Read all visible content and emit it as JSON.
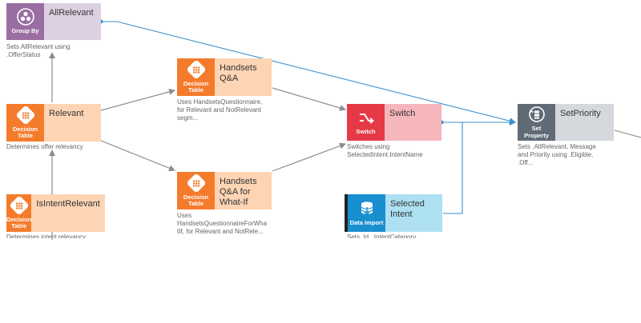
{
  "colors": {
    "decision_dark": "#f47b2b",
    "decision_light": "#fdd5b4",
    "groupby_dark": "#9a6ea2",
    "groupby_light": "#ddd0e2",
    "switch_dark": "#e63946",
    "switch_light": "#f5b6bc",
    "import_dark": "#1a8fd0",
    "import_light": "#ade0f3",
    "setprop_dark": "#606b76",
    "setprop_light": "#d5d8dc",
    "edge_gray": "#8c8c8c",
    "edge_blue": "#3d8fcd"
  },
  "nodes": {
    "all_relevant": {
      "type_label": "Group By",
      "icon": "group-by-icon",
      "name": "AllRelevant",
      "description": "Sets AllRelevant using\n.OfferStatus"
    },
    "relevant": {
      "type_label": "Decision\nTable",
      "icon": "decision-table-icon",
      "name": "Relevant",
      "description": "Determines offer relevancy"
    },
    "is_intent_relevant": {
      "type_label": "Decision\nTable",
      "icon": "decision-table-icon",
      "name": "IsIntentRelevant",
      "description": "Determines intent relevancy"
    },
    "handsets_qa": {
      "type_label": "Decision\nTable",
      "icon": "decision-table-icon",
      "name": "Handsets\nQ&A",
      "description": "Uses HandsetsQuestionnaire,\nfor Relevant and NotRelevant\nsegm..."
    },
    "handsets_qa_whatif": {
      "type_label": "Decision\nTable",
      "icon": "decision-table-icon",
      "name": "Handsets\nQ&A for\nWhat-If",
      "description": "Uses\nHandsetsQuestionnaireForWha\ntIf, for Relevant and NotRele..."
    },
    "switch": {
      "type_label": "Switch",
      "icon": "switch-icon",
      "name": "Switch",
      "description": "Switches using\nSelectedIntent.IntentName"
    },
    "selected_intent": {
      "type_label": "Data Import",
      "icon": "data-import-icon",
      "name": "Selected\nIntent",
      "description": "Sets .Id, .IntentCategory..."
    },
    "set_priority": {
      "type_label": "Set\nProperty",
      "icon": "set-property-icon",
      "name": "SetPriority",
      "description": "Sets .AllRelevant, Message\nand Priority using .Eligible,\n.Off..."
    }
  }
}
